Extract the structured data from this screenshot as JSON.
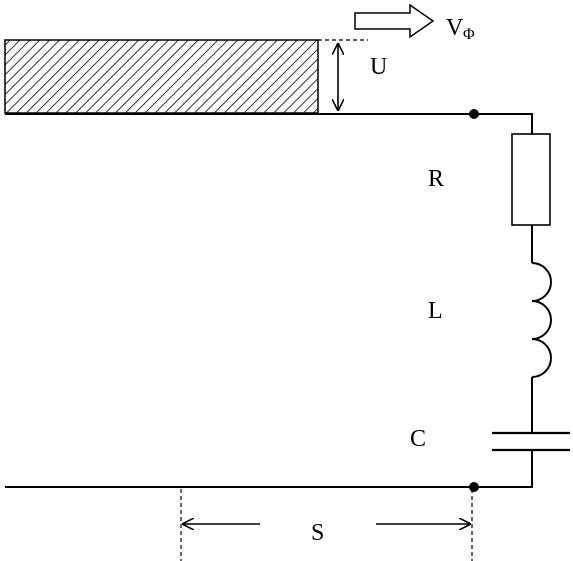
{
  "labels": {
    "velocity_main": "V",
    "velocity_sub": "Φ",
    "voltage": "U",
    "resistor": "R",
    "inductor": "L",
    "capacitor": "C",
    "distance": "S"
  },
  "colors": {
    "line": "#000000",
    "background": "#ffffff"
  }
}
